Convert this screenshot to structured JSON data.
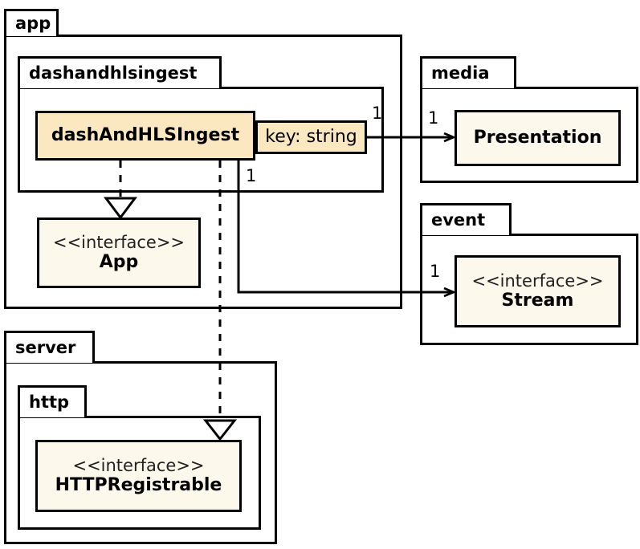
{
  "diagram": {
    "type": "uml-package-class-diagram",
    "background": "#ffffff",
    "line_color": "#000000",
    "class_fill": "#fbe8c0",
    "interface_fill": "#fdf8ec"
  },
  "packages": {
    "app": {
      "label": "app"
    },
    "dashandhlsingest": {
      "label": "dashandhlsingest"
    },
    "media": {
      "label": "media"
    },
    "event": {
      "label": "event"
    },
    "server": {
      "label": "server"
    },
    "http": {
      "label": "http"
    }
  },
  "nodes": {
    "dash_and_hls_ingest": {
      "name": "dashAndHLSIngest",
      "stereotype": ""
    },
    "qualifier_key": {
      "text": "key: string"
    },
    "app_interface": {
      "name": "App",
      "stereotype": "<<interface>>"
    },
    "presentation": {
      "name": "Presentation",
      "stereotype": ""
    },
    "stream": {
      "name": "Stream",
      "stereotype": "<<interface>>"
    },
    "http_registrable": {
      "name": "HTTPRegistrable",
      "stereotype": "<<interface>>"
    }
  },
  "multiplicities": {
    "qualifier_source": "1",
    "presentation_target": "1",
    "stream_source": "1",
    "stream_target": "1"
  },
  "edges": [
    {
      "id": "ingest-to-presentation",
      "from": "dashAndHLSIngest",
      "to": "Presentation",
      "style": "association",
      "arrow": "open",
      "source_multiplicity": "1",
      "target_multiplicity": "1",
      "qualifier": "key: string"
    },
    {
      "id": "ingest-to-stream",
      "from": "dashAndHLSIngest",
      "to": "Stream",
      "style": "association",
      "arrow": "open",
      "source_multiplicity": "1",
      "target_multiplicity": "1"
    },
    {
      "id": "ingest-realizes-app",
      "from": "dashAndHLSIngest",
      "to": "App",
      "style": "realization",
      "arrow": "hollow-triangle"
    },
    {
      "id": "ingest-realizes-httpregistrable",
      "from": "dashAndHLSIngest",
      "to": "HTTPRegistrable",
      "style": "realization",
      "arrow": "hollow-triangle"
    }
  ]
}
